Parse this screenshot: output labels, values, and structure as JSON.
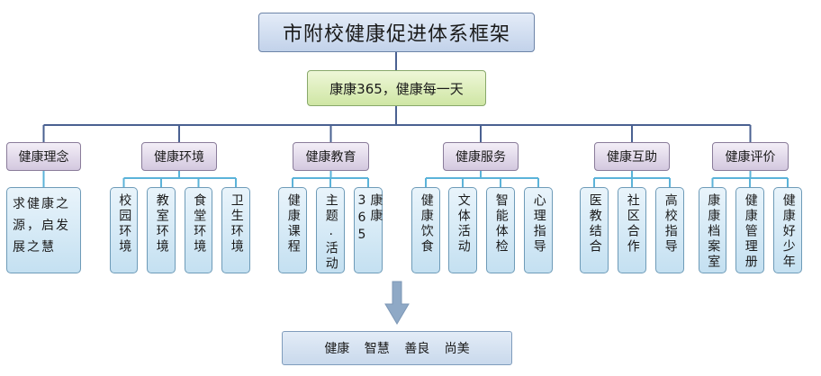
{
  "title": "市附校健康促进体系框架",
  "slogan": "康康365，健康每一天",
  "categories": [
    {
      "label": "健康理念",
      "items": [
        "求健康之源，启发展之慧"
      ]
    },
    {
      "label": "健康环境",
      "items": [
        "校园环境",
        "教室环境",
        "食堂环境",
        "卫生环境"
      ]
    },
    {
      "label": "健康教育",
      "items": [
        "健康课程",
        "主题.活动",
        "康康365"
      ]
    },
    {
      "label": "健康服务",
      "items": [
        "健康饮食",
        "文体活动",
        "智能体检",
        "心理指导"
      ]
    },
    {
      "label": "健康互助",
      "items": [
        "医教结合",
        "社区合作",
        "高校指导"
      ]
    },
    {
      "label": "健康评价",
      "items": [
        "康康档案室",
        "健康管理册",
        "健康好少年"
      ]
    }
  ],
  "outcome": "健康 智慧 善良 尚美",
  "colors": {
    "line": "#4a6191",
    "leaf_line": "#5bb3d9",
    "arrow": "#8fa9c6"
  }
}
